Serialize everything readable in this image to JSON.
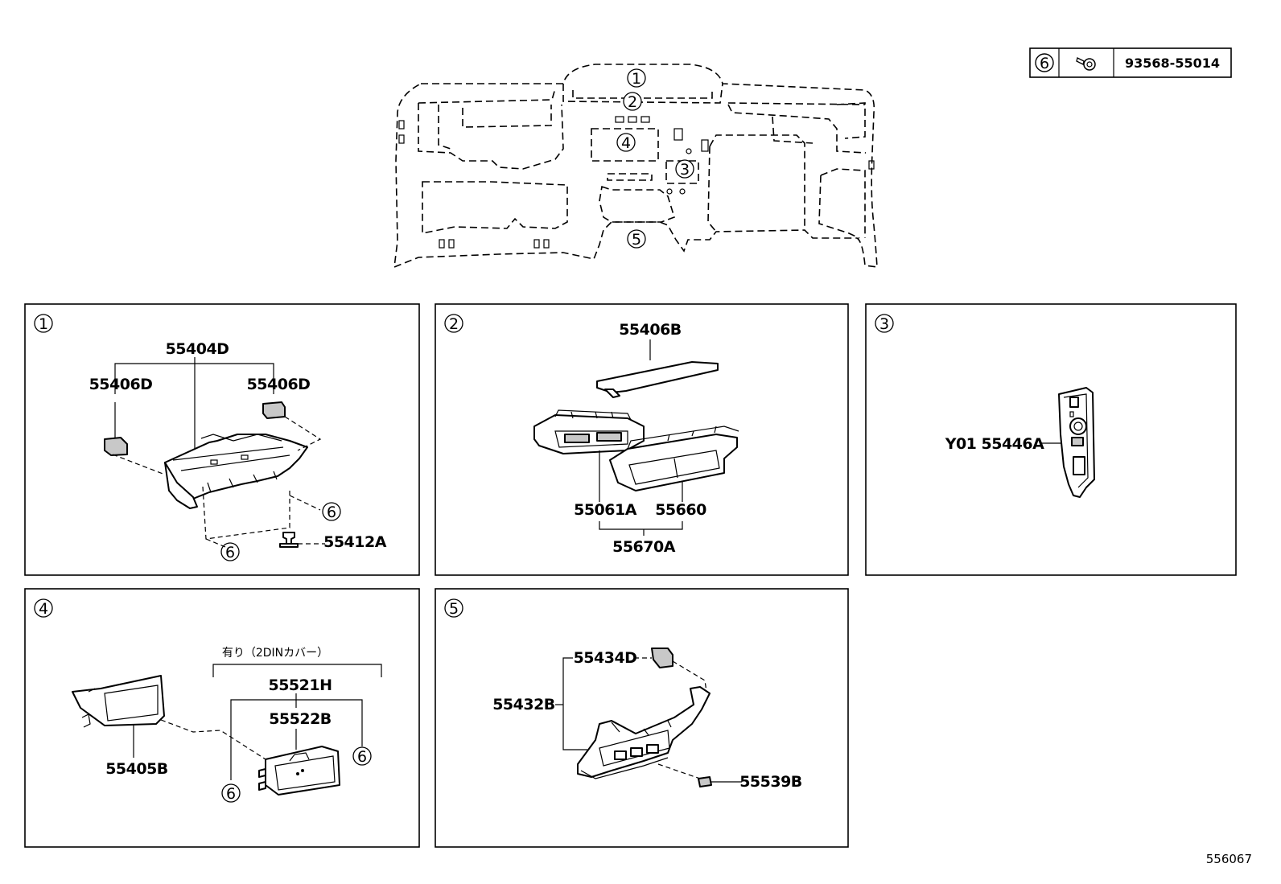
{
  "diagram_ref": "556067",
  "fastener_table": {
    "key": "6",
    "part_no": "93568-55014",
    "icon": "screw-icon"
  },
  "overview": {
    "callouts": [
      "1",
      "2",
      "3",
      "4",
      "5"
    ]
  },
  "panels": [
    {
      "id": "1",
      "parts": [
        "55404D",
        "55406D",
        "55406D",
        "55412A"
      ],
      "refs": [
        "6",
        "6"
      ]
    },
    {
      "id": "2",
      "parts": [
        "55406B",
        "55061A",
        "55660",
        "55670A"
      ]
    },
    {
      "id": "3",
      "parts": [
        "Y01 55446A"
      ]
    },
    {
      "id": "4",
      "note": "有り（2DINカバー）",
      "parts": [
        "55405B",
        "55521H",
        "55522B"
      ],
      "refs": [
        "6",
        "6"
      ]
    },
    {
      "id": "5",
      "parts": [
        "55434D",
        "55432B",
        "55539B"
      ]
    }
  ]
}
